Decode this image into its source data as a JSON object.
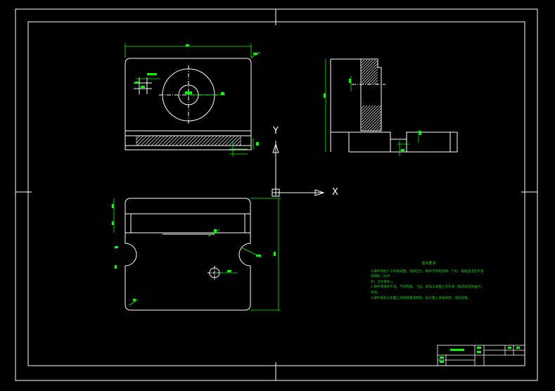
{
  "drawing": {
    "background": "#000000",
    "line_color": "#ffffff",
    "dim_color": "#00ff00",
    "hatch_color": "#ffffff"
  },
  "ucs": {
    "x_label": "X",
    "y_label": "Y"
  },
  "notes": {
    "title": "技术要求",
    "lines": [
      "1.铸件须经人工时效处理，消除应力，铸件不得有砂眼、气孔、缩松及浇注不足等缺陷（允许",
      "外、允许修补）。",
      "2.铸件须清砂干净，不得有锋、飞边，非加工表面上允许漆（铸造前应除油污）",
      "涂漆。",
      "3.铸件非加工表面上涂防锈底漆两道，加工面上涂油防锈，漆前处理。"
    ]
  },
  "title_block": {
    "label_cell": "零件名称"
  }
}
